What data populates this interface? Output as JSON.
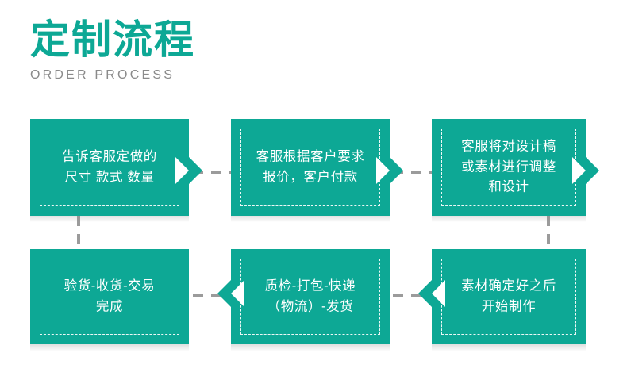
{
  "header": {
    "title": "定制流程",
    "subtitle": "ORDER PROCESS"
  },
  "theme": {
    "accent": "#0DA895",
    "title_color": "#0DA895",
    "subtitle_color": "#8a8a8a",
    "box_fill": "#0DA895",
    "box_text_color": "#ffffff",
    "inner_border_color": "#ffffff",
    "connector_color": "#9b9b9b",
    "background": "#ffffff"
  },
  "steps": [
    {
      "id": 1,
      "text": "告诉客服定做的\n尺寸 款式 数量"
    },
    {
      "id": 2,
      "text": "客服根据客户要求\n报价，客户付款"
    },
    {
      "id": 3,
      "text": "客服将对设计稿\n或素材进行调整\n和设计"
    },
    {
      "id": 4,
      "text": "素材确定好之后\n开始制作"
    },
    {
      "id": 5,
      "text": "质检-打包-快递\n（物流）-发货"
    },
    {
      "id": 6,
      "text": "验货-收货-交易\n完成"
    }
  ]
}
